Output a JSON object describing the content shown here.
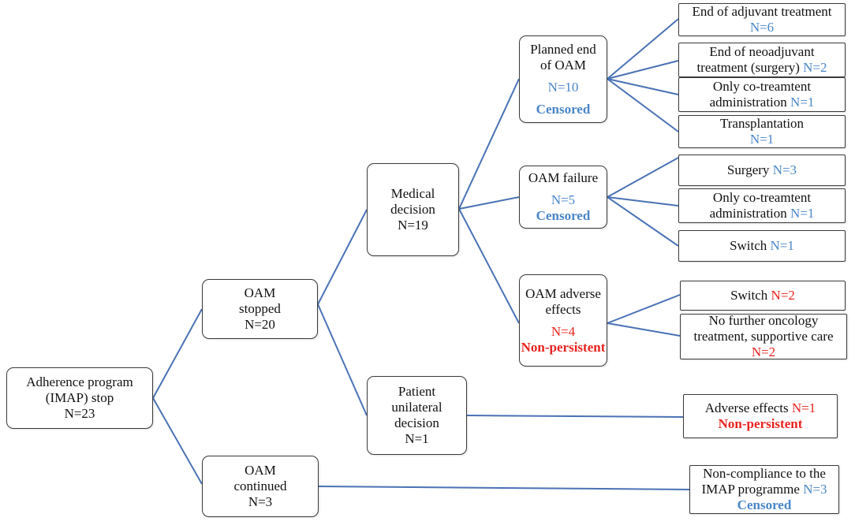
{
  "colors": {
    "blue": "#4a86c8",
    "red": "#e8231e",
    "edge": "#4a72b5",
    "border": "#3a3a3a"
  },
  "root": {
    "line1": "Adherence program",
    "line2": "(IMAP) stop",
    "n": "N=23"
  },
  "stopped": {
    "line1": "OAM",
    "line2": "stopped",
    "n": "N=20"
  },
  "continued": {
    "line1": "OAM",
    "line2": "continued",
    "n": "N=3"
  },
  "medical": {
    "line1": "Medical",
    "line2": "decision",
    "n": "N=19"
  },
  "patient": {
    "line1": "Patient",
    "line2": "unilateral",
    "line3": "decision",
    "n": "N=1"
  },
  "planned": {
    "line1": "Planned end",
    "line2": "of OAM",
    "n": "N=10",
    "status": "Censored"
  },
  "failure": {
    "line1": "OAM failure",
    "n": "N=5",
    "status": "Censored"
  },
  "adverse": {
    "line1": "OAM adverse",
    "line2": "effects",
    "n": "N=4",
    "status": "Non-persistent"
  },
  "leaf_adjuvant": {
    "line1": "End of adjuvant treatment",
    "n": "N=6"
  },
  "leaf_neoadjuvant": {
    "line1": "End of neoadjuvant",
    "line2": "treatment (surgery)",
    "n": "N=2"
  },
  "leaf_cotreat1": {
    "line1": "Only co-treamtent",
    "line2": "administration",
    "n": "N=1"
  },
  "leaf_transplant": {
    "line1": "Transplantation",
    "n": "N=1"
  },
  "leaf_surgery": {
    "line1": "Surgery",
    "n": "N=3"
  },
  "leaf_cotreat2": {
    "line1": "Only co-treamtent",
    "line2": "administration",
    "n": "N=1"
  },
  "leaf_switch1": {
    "line1": "Switch",
    "n": "N=1"
  },
  "leaf_switch2": {
    "line1": "Switch",
    "n": "N=2"
  },
  "leaf_nofurther": {
    "line1": "No  further oncology",
    "line2": "treatment, supportive care",
    "n": "N=2"
  },
  "leaf_adverse": {
    "line1": "Adverse effects",
    "n": "N=1",
    "status": "Non-persistent"
  },
  "leaf_noncompliance": {
    "line1": "Non-compliance to the",
    "line2": "IMAP programme",
    "n": "N=3",
    "status": "Censored"
  }
}
